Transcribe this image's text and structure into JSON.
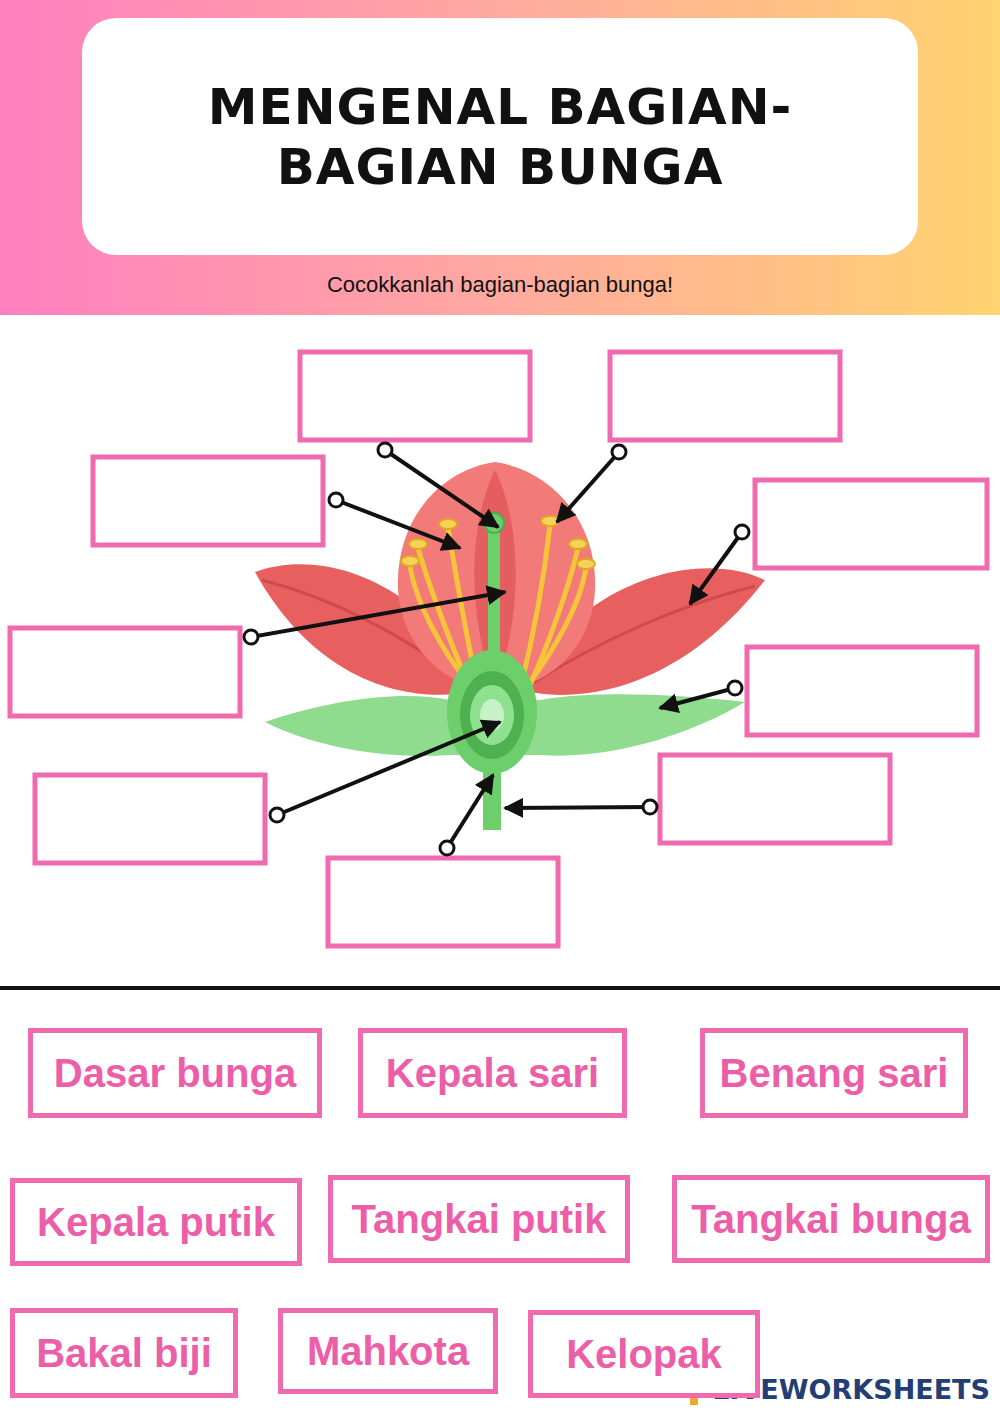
{
  "diagram": {
    "title": "MENGENAL BAGIAN-BAGIAN BUNGA",
    "nodes": [
      {
        "text": [
          "Dasar bunga"
        ]
      },
      {
        "text": [
          "Kepala sari"
        ]
      },
      {
        "text": [
          "Benang sari"
        ]
      },
      {
        "text": [
          "Kepala putik"
        ]
      },
      {
        "text": [
          "Tangkai putik"
        ]
      },
      {
        "text": [
          "Tangkai bunga"
        ]
      },
      {
        "text": [
          "Bakal biji"
        ]
      },
      {
        "text": [
          "Mahkota"
        ]
      },
      {
        "text": [
          "Kelopak"
        ]
      }
    ],
    "edges": [],
    "labels": [
      "Cocokkanlah bagian-bagian bunga!",
      "LIVEWORKSHEETS"
    ]
  }
}
